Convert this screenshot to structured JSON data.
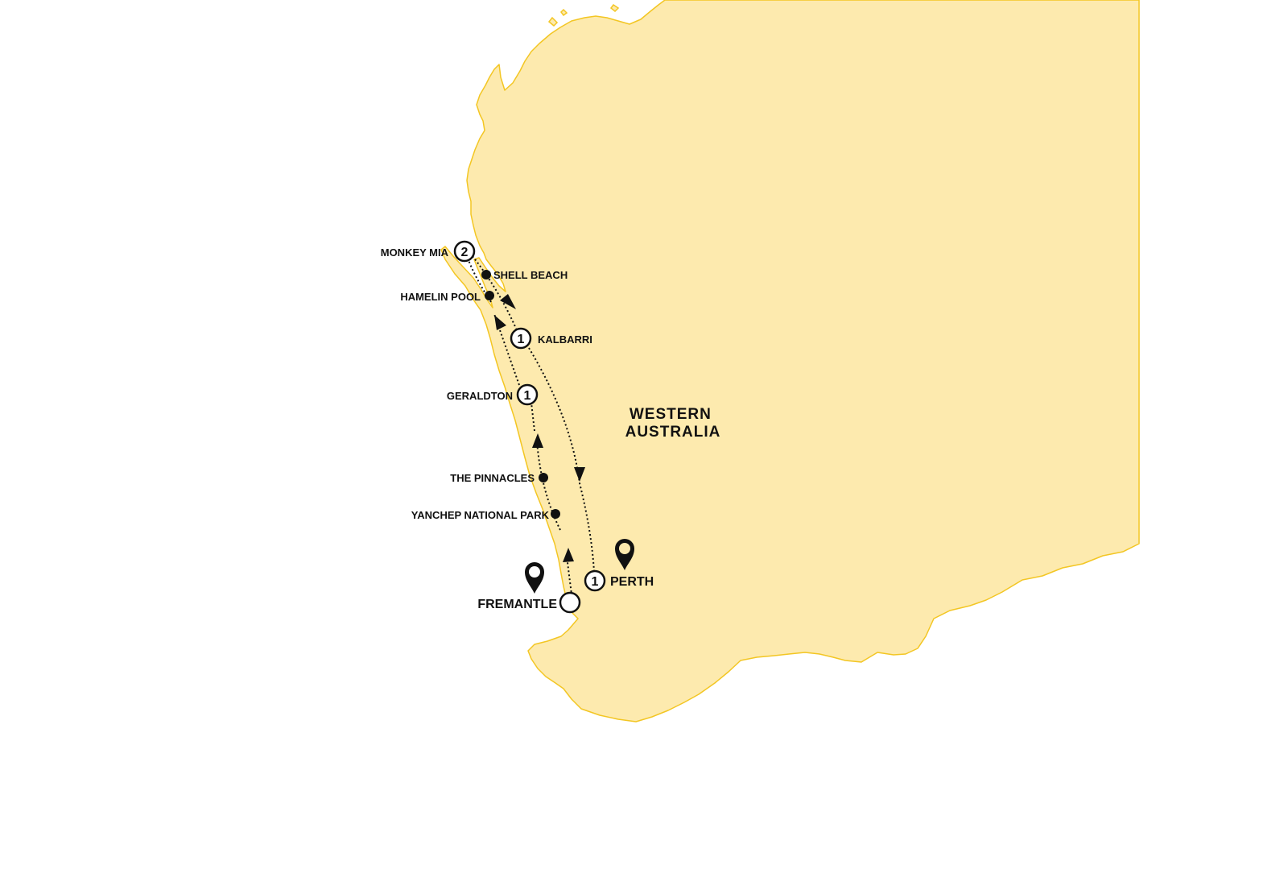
{
  "map": {
    "land_color": "#fdeaae",
    "coast_color": "#f3c623",
    "marker_color": "#111111",
    "highlight_marker_color": "#fdeaae",
    "region_label": [
      "WESTERN",
      "AUSTRALIA"
    ],
    "stops": [
      {
        "id": "monkey-mia",
        "name": "MONKEY MIA",
        "type": "overnight",
        "nights": "2"
      },
      {
        "id": "shell-beach",
        "name": "SHELL BEACH",
        "type": "visit"
      },
      {
        "id": "hamelin-pool",
        "name": "HAMELIN POOL",
        "type": "visit"
      },
      {
        "id": "kalbarri",
        "name": "KALBARRI",
        "type": "overnight",
        "nights": "1"
      },
      {
        "id": "geraldton",
        "name": "GERALDTON",
        "type": "overnight",
        "nights": "1"
      },
      {
        "id": "the-pinnacles",
        "name": "THE PINNACLES",
        "type": "visit"
      },
      {
        "id": "yanchep",
        "name": "YANCHEP NATIONAL PARK",
        "type": "visit"
      },
      {
        "id": "perth",
        "name": "PERTH",
        "type": "overnight",
        "nights": "1",
        "pin": "highlight"
      },
      {
        "id": "fremantle",
        "name": "FREMANTLE",
        "type": "start",
        "pin": "dark"
      }
    ]
  }
}
